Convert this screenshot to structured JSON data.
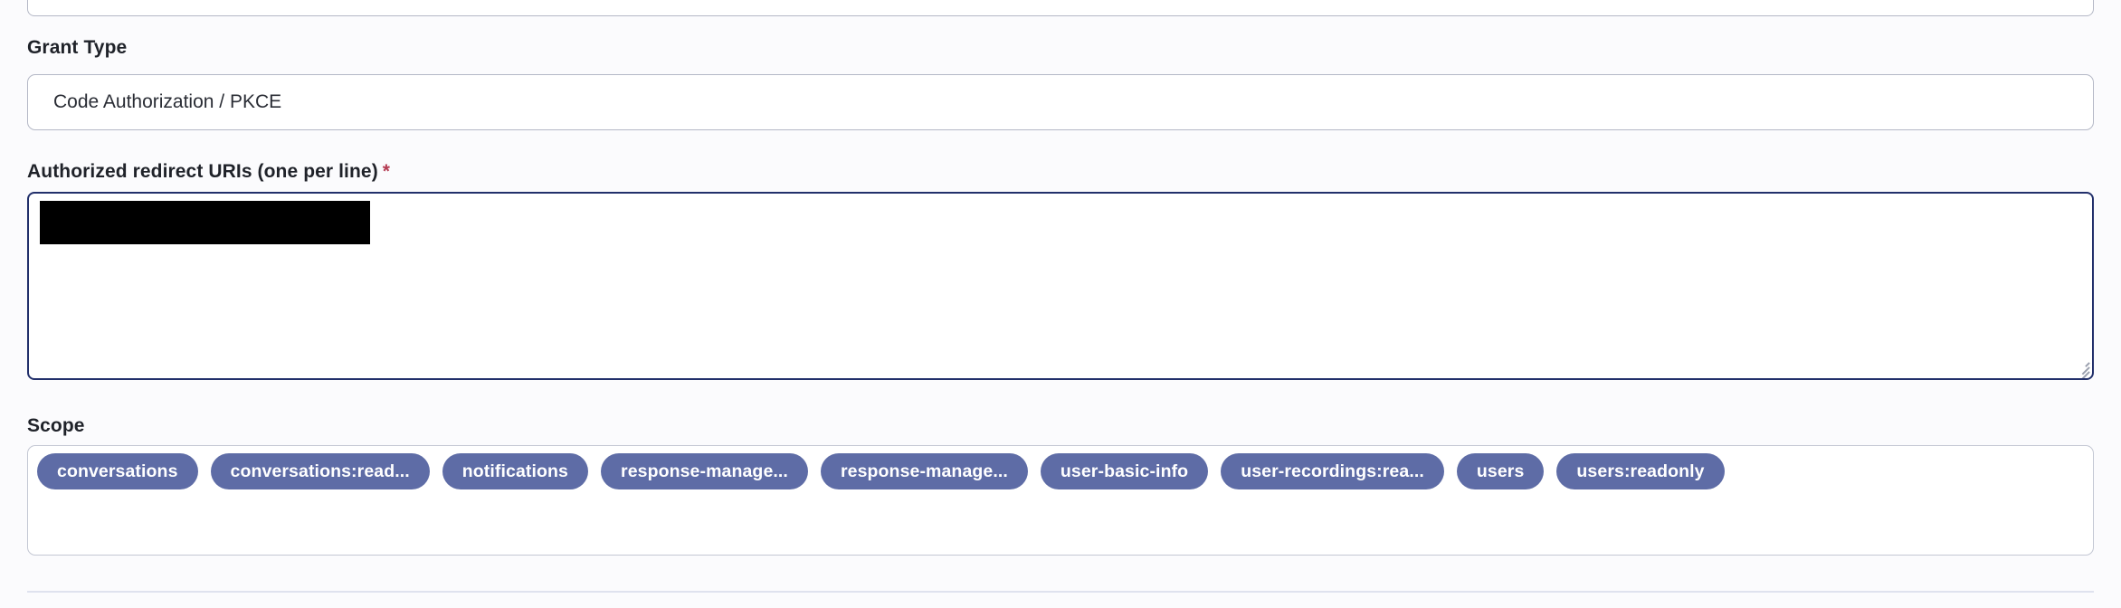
{
  "form": {
    "grant_type": {
      "label": "Grant Type",
      "value": "Code Authorization / PKCE"
    },
    "redirect_uris": {
      "label": "Authorized redirect URIs (one per line)",
      "required_marker": "*",
      "value": "",
      "redacted": true
    },
    "scope": {
      "label": "Scope",
      "chips": [
        "conversations",
        "conversations:read...",
        "notifications",
        "response-manage...",
        "response-manage...",
        "user-basic-info",
        "user-recordings:rea...",
        "users",
        "users:readonly"
      ]
    }
  },
  "colors": {
    "page_background": "#fbfbfd",
    "chip_background": "#5e6ca6",
    "chip_text": "#ffffff",
    "input_border": "#b4b8c6",
    "textarea_focus_border": "#22306b",
    "required_marker": "#b43b52",
    "divider": "#dfe2ee",
    "label_text": "#1f2229"
  }
}
